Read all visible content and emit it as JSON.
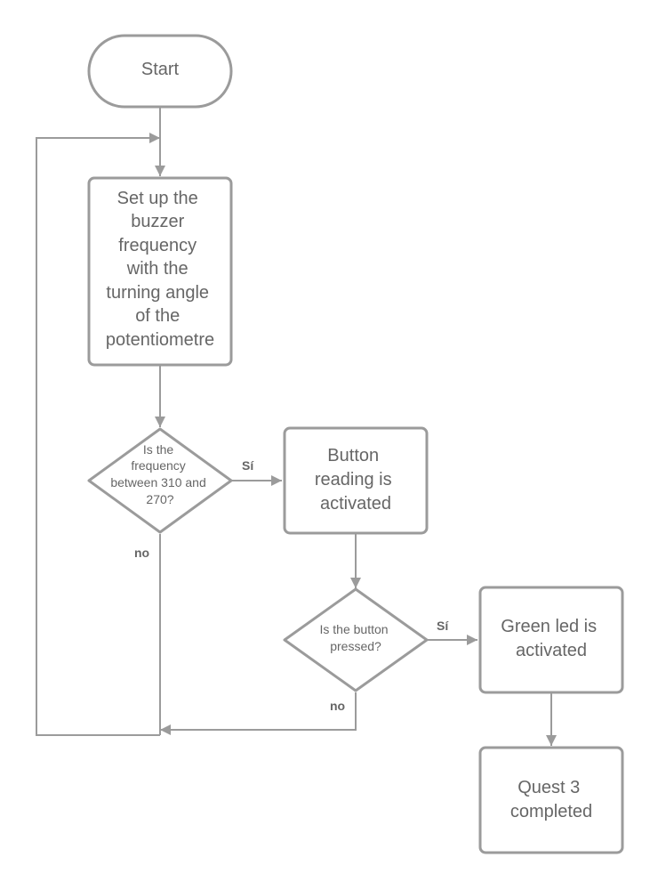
{
  "nodes": {
    "start": {
      "lines": [
        "Start"
      ]
    },
    "setup": {
      "lines": [
        "Set up the",
        "buzzer",
        "frequency",
        "with the",
        "turning angle",
        "of the",
        "potentiometre"
      ]
    },
    "freq_check": {
      "lines": [
        "Is the",
        "frequency",
        "between 310 and",
        "270?"
      ]
    },
    "button_reading": {
      "lines": [
        "Button",
        "reading is",
        "activated"
      ]
    },
    "button_check": {
      "lines": [
        "Is the button",
        "pressed?"
      ]
    },
    "green_led": {
      "lines": [
        "Green led is",
        "activated"
      ]
    },
    "quest": {
      "lines": [
        "Quest 3",
        "completed"
      ]
    }
  },
  "branch_labels": {
    "freq_yes": "Sí",
    "freq_no": "no",
    "button_yes": "Sí",
    "button_no": "no"
  },
  "colors": {
    "stroke": "#9b9b9b",
    "text": "#666666",
    "background": "#ffffff"
  }
}
